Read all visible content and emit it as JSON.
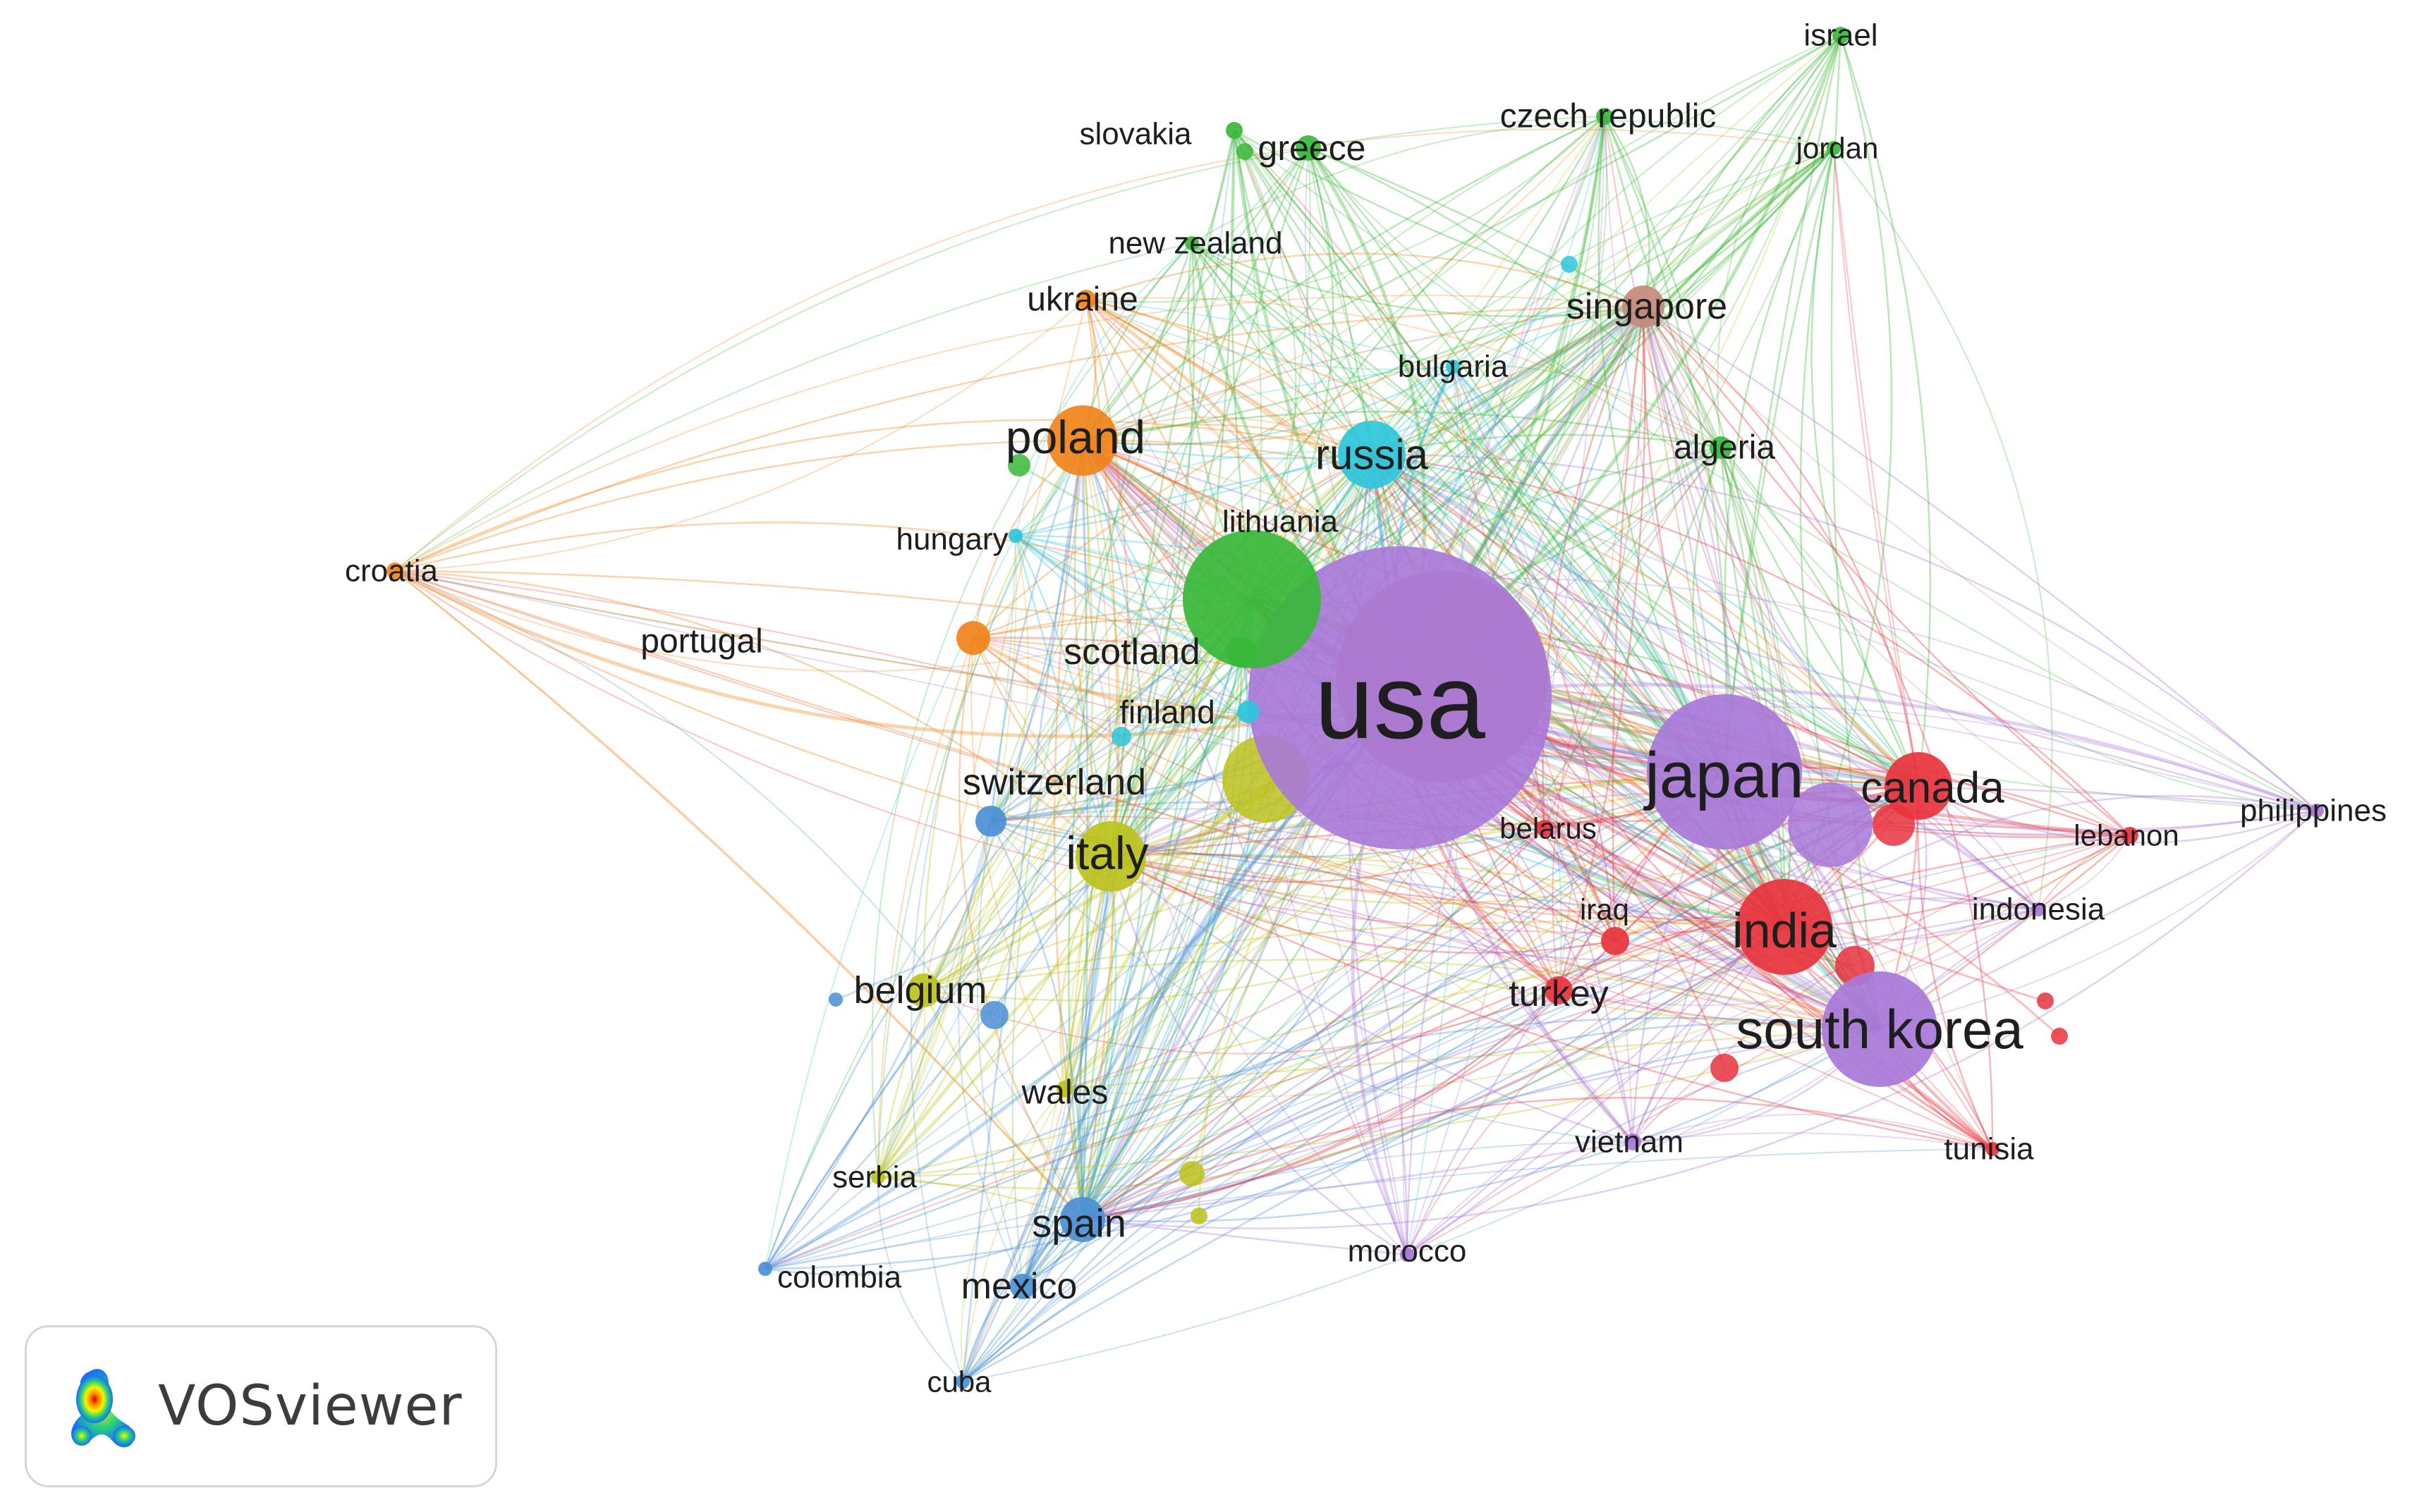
{
  "network": {
    "nodes": [
      {
        "label": "usa",
        "cluster": "purple",
        "weight": 100
      },
      {
        "label": "japan",
        "cluster": "purple",
        "weight": 35
      },
      {
        "label": "south korea",
        "cluster": "purple",
        "weight": 22
      },
      {
        "label": "india",
        "cluster": "red",
        "weight": 18
      },
      {
        "label": "canada",
        "cluster": "red",
        "weight": 10
      },
      {
        "label": "poland",
        "cluster": "orange",
        "weight": 12
      },
      {
        "label": "russia",
        "cluster": "cyan",
        "weight": 10
      },
      {
        "label": "italy",
        "cluster": "yellow",
        "weight": 12
      },
      {
        "label": "singapore",
        "cluster": "brown",
        "weight": 5
      },
      {
        "label": "lithuania",
        "cluster": "green",
        "weight": 3
      },
      {
        "label": "scotland",
        "cluster": "green",
        "weight": 3
      },
      {
        "label": "finland",
        "cluster": "cyan",
        "weight": 3
      },
      {
        "label": "switzerland",
        "cluster": "blue",
        "weight": 4
      },
      {
        "label": "belgium",
        "cluster": "yellow",
        "weight": 4
      },
      {
        "label": "spain",
        "cluster": "blue",
        "weight": 7
      },
      {
        "label": "mexico",
        "cluster": "blue",
        "weight": 3
      },
      {
        "label": "wales",
        "cluster": "yellow",
        "weight": 2
      },
      {
        "label": "turkey",
        "cluster": "red",
        "weight": 4
      },
      {
        "label": "iraq",
        "cluster": "red",
        "weight": 3
      },
      {
        "label": "belarus",
        "cluster": "red",
        "weight": 2
      },
      {
        "label": "greece",
        "cluster": "green",
        "weight": 3
      },
      {
        "label": "slovakia",
        "cluster": "green",
        "weight": 2
      },
      {
        "label": "czech republic",
        "cluster": "green",
        "weight": 2
      },
      {
        "label": "israel",
        "cluster": "green",
        "weight": 2
      },
      {
        "label": "jordan",
        "cluster": "green",
        "weight": 2
      },
      {
        "label": "new zealand",
        "cluster": "green",
        "weight": 2
      },
      {
        "label": "ukraine",
        "cluster": "orange",
        "weight": 2
      },
      {
        "label": "bulgaria",
        "cluster": "cyan",
        "weight": 2
      },
      {
        "label": "algeria",
        "cluster": "green",
        "weight": 3
      },
      {
        "label": "hungary",
        "cluster": "cyan",
        "weight": 2
      },
      {
        "label": "croatia",
        "cluster": "orange",
        "weight": 2
      },
      {
        "label": "portugal",
        "cluster": "orange",
        "weight": 3
      },
      {
        "label": "serbia",
        "cluster": "yellow",
        "weight": 2
      },
      {
        "label": "colombia",
        "cluster": "blue",
        "weight": 2
      },
      {
        "label": "cuba",
        "cluster": "blue",
        "weight": 2
      },
      {
        "label": "morocco",
        "cluster": "purple",
        "weight": 2
      },
      {
        "label": "vietnam",
        "cluster": "purple",
        "weight": 2
      },
      {
        "label": "tunisia",
        "cluster": "red",
        "weight": 2
      },
      {
        "label": "indonesia",
        "cluster": "purple",
        "weight": 2
      },
      {
        "label": "lebanon",
        "cluster": "red",
        "weight": 2
      },
      {
        "label": "philippines",
        "cluster": "purple",
        "weight": 2
      }
    ]
  },
  "colors": {
    "purple": "#a878d8",
    "red": "#e8333d",
    "green": "#38b838",
    "orange": "#f0831a",
    "cyan": "#2ec6dc",
    "yellow": "#bcc21c",
    "blue": "#4b8fd6",
    "brown": "#c48a7e"
  },
  "branding": {
    "app_name": "VOSviewer",
    "logo_icon": "vosviewer-logo-icon"
  }
}
